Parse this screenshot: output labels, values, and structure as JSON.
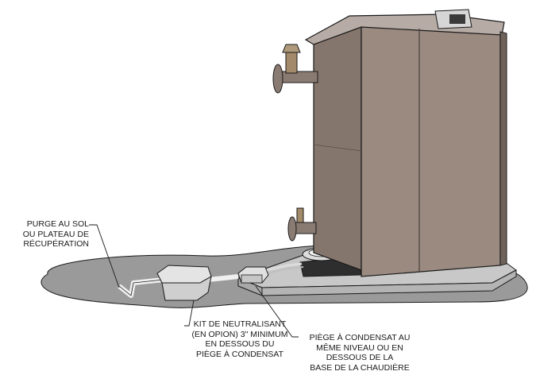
{
  "callouts": {
    "purge": {
      "lines": [
        "PURGE AU SOL",
        "OU PLATEAU DE",
        "RÉCUPÉRATION"
      ]
    },
    "kit": {
      "lines": [
        "KIT DE NEUTRALISANT",
        "(EN OPION) 3\" MINIMUM",
        "EN DESSOUS DU",
        "PIÈGE À CONDENSAT"
      ]
    },
    "trap": {
      "lines": [
        "PIÈGE À CONDENSAT AU",
        "MÊME NIVEAU OU EN",
        "DESSOUS DE LA",
        "BASE DE LA CHAUDIÈRE"
      ]
    }
  },
  "colors": {
    "floor": "#9a9a9a",
    "boiler_front": "#9a8a80",
    "boiler_side": "#85766d",
    "plinth": "#c8c8c8",
    "outline": "#1a1a1a"
  }
}
